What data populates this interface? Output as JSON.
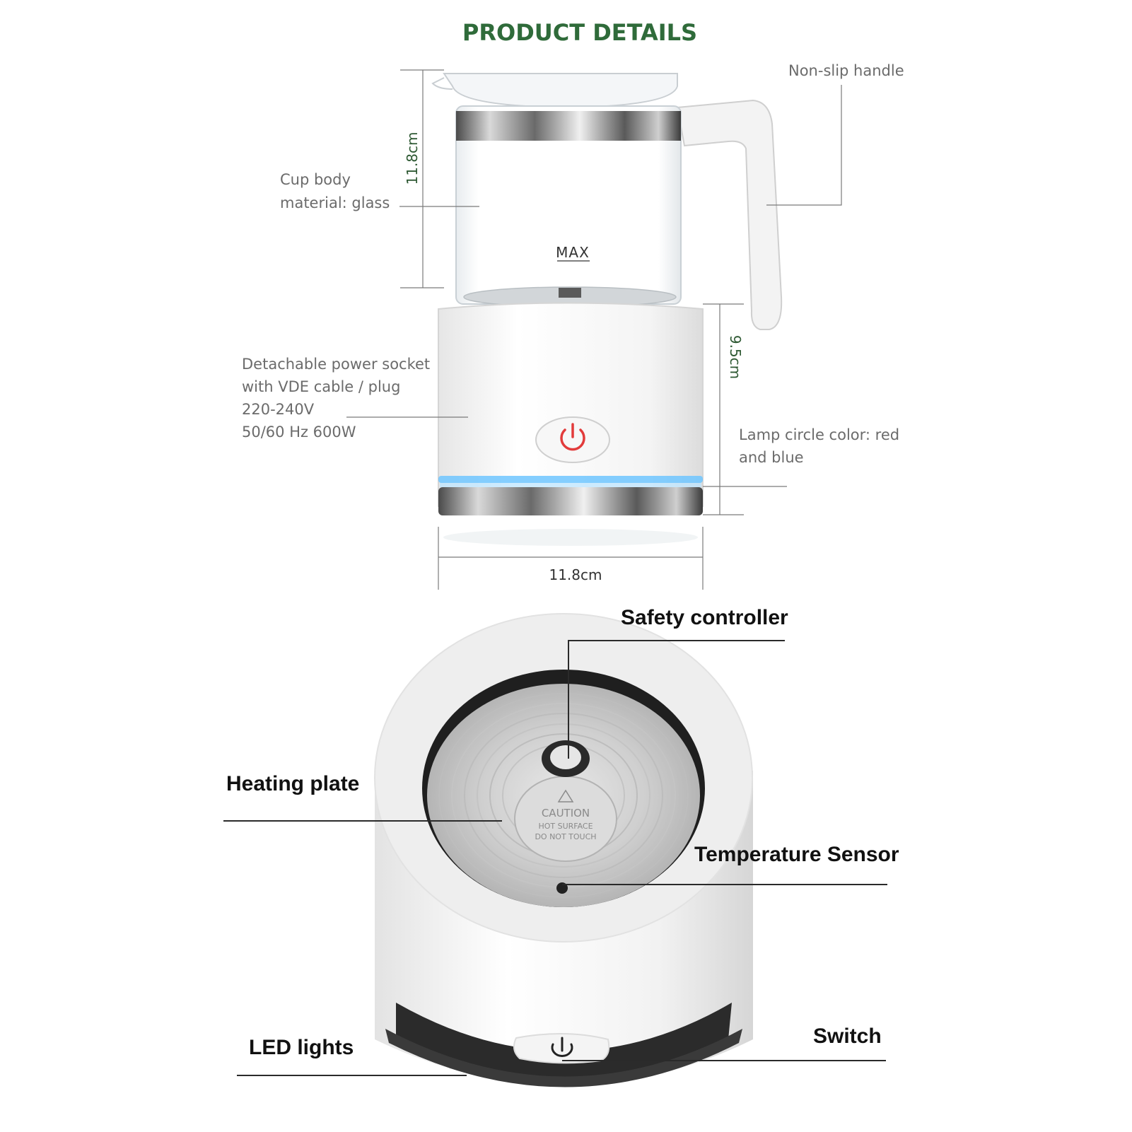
{
  "title": "PRODUCT DETAILS",
  "jug": {
    "max_mark": "MAX",
    "height_glass": "11.8cm",
    "height_base": "9.5cm",
    "width_base": "11.8cm"
  },
  "notes": {
    "handle": "Non-slip handle",
    "cup_body_line1": "Cup body",
    "cup_body_line2": "material: glass",
    "socket_line1": "Detachable power socket",
    "socket_line2": "with VDE cable / plug",
    "socket_line3": "220-240V",
    "socket_line4": "50/60 Hz 600W",
    "lamp_line1": "Lamp circle color: red",
    "lamp_line2": "and blue"
  },
  "base_labels": {
    "safety_controller": "Safety controller",
    "heating_plate": "Heating plate",
    "temperature_sensor": "Temperature Sensor",
    "switch": "Switch",
    "led_lights": "LED lights"
  },
  "caution_plate": {
    "line1": "CAUTION",
    "line2": "HOT SURFACE",
    "line3": "DO NOT TOUCH"
  },
  "colors": {
    "title_green": "#2f6b3a",
    "led_blue": "#6ec6ff",
    "power_red": "#e23b3b"
  }
}
